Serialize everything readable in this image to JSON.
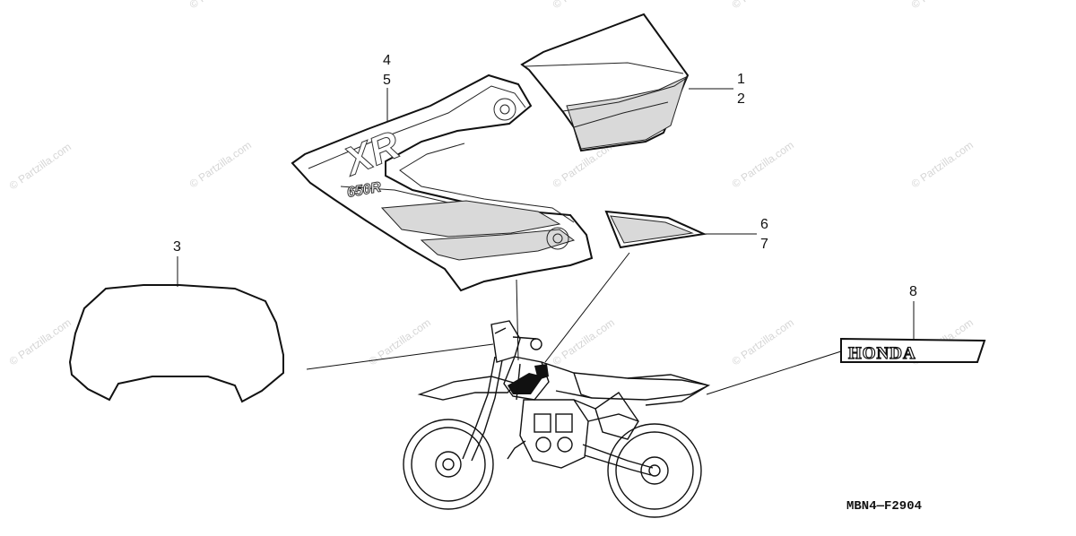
{
  "watermark": "© Partzilla.com",
  "callouts": {
    "c1": "1",
    "c2": "2",
    "c3": "3",
    "c4": "4",
    "c5": "5",
    "c6": "6",
    "c7": "7",
    "c8": "8"
  },
  "decals": {
    "tank_logo": "XR",
    "tank_model": "650R",
    "emblem": "HONDA"
  },
  "diagram_code": "MBN4—F2904"
}
